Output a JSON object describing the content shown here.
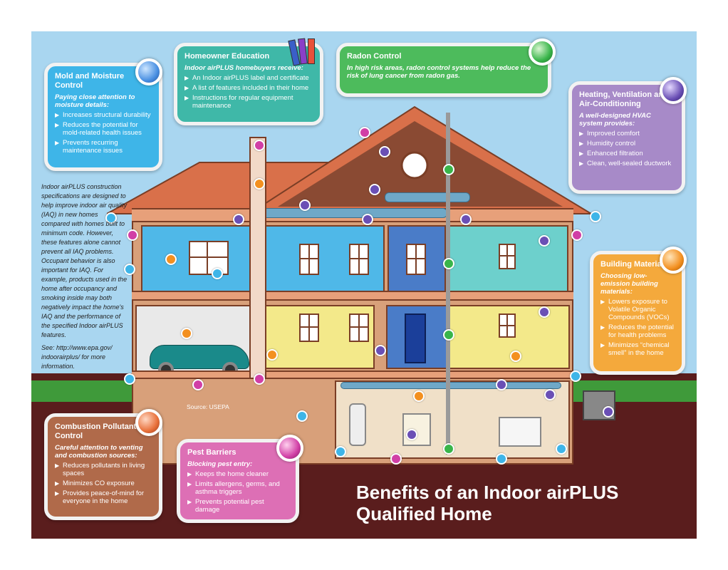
{
  "title_line1": "Benefits of an Indoor airPLUS",
  "title_line2": "Qualified Home",
  "source": "Source: USEPA",
  "side_note": "Indoor airPLUS construction specifications are designed to help improve indoor air quality (IAQ) in new homes compared with homes built to minimum code. However, these features alone cannot prevent all IAQ problems. Occupant behavior is also important for IAQ. For example, products used in the home after occupancy and smoking inside may both negatively impact the home's IAQ and the performance of the specified Indoor airPLUS features.",
  "see_note": "See: http://www.epa.gov/ indoorairplus/ for more information.",
  "panels": {
    "mold": {
      "title": "Mold and Moisture Control",
      "intro": "Paying close attention to moisture details:",
      "items": [
        "Increases structural durability",
        "Reduces the potential for mold-related health issues",
        "Prevents recurring maintenance issues"
      ],
      "color": "#3eb5e8",
      "orb": "#4a90e2"
    },
    "education": {
      "title": "Homeowner Education",
      "intro": "Indoor airPLUS homebuyers receive:",
      "items": [
        "An Indoor airPLUS label and certificate",
        "A list of features included in their home",
        "Instructions for regular equipment maintenance"
      ],
      "color": "#3fb8a8"
    },
    "radon": {
      "title": "Radon Control",
      "intro": "In high risk areas, radon control systems help reduce the risk of lung cancer from radon gas.",
      "color": "#4dbb5c",
      "orb": "#39b54a"
    },
    "hvac": {
      "title": "Heating, Ventilation and Air-Conditioning",
      "intro": "A well-designed HVAC system provides:",
      "items": [
        "Improved comfort",
        "Humidity control",
        "Enhanced filtration",
        "Clean, well-sealed ductwork"
      ],
      "color": "#a78ac8",
      "orb": "#6a4fb5"
    },
    "materials": {
      "title": "Building Materials",
      "intro": "Choosing low-emission building materials:",
      "items": [
        "Lowers exposure to Volatile Organic Compounds (VOCs)",
        "Reduces the potential for health problems",
        "Minimizes “chemical smell” in the home"
      ],
      "color": "#f4a93c",
      "orb": "#f39020"
    },
    "combustion": {
      "title": "Combustion Pollutant Control",
      "intro": "Careful attention to venting and combustion sources:",
      "items": [
        "Reduces pollutants in living spaces",
        "Minimizes CO exposure",
        "Provides peace-of-mind for everyone in the home"
      ],
      "color": "#b06a4a",
      "orb": "#e8703a"
    },
    "pest": {
      "title": "Pest Barriers",
      "intro": "Blocking pest entry:",
      "items": [
        "Keeps the home cleaner",
        "Limits allergens, germs, and asthma triggers",
        "Prevents potential pest damage"
      ],
      "color": "#dd6fb5",
      "orb": "#d13fa6"
    }
  }
}
